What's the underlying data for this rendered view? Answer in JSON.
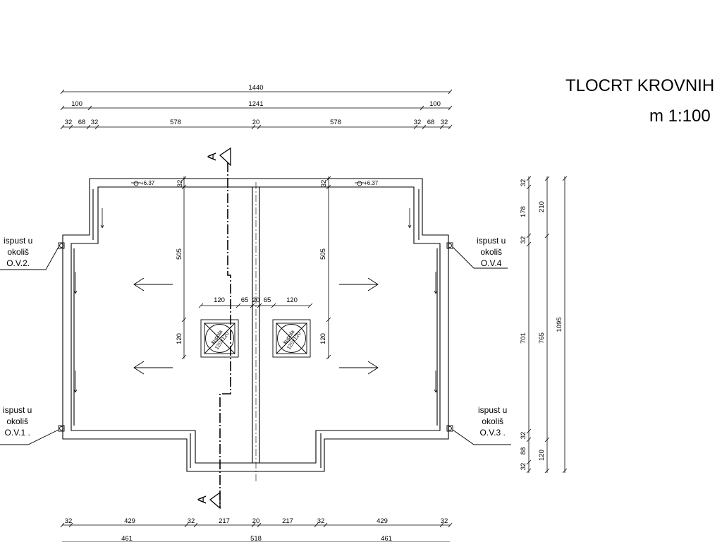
{
  "title": {
    "main": "TLOCRT KROVNIH",
    "scale": "m 1:100"
  },
  "section_marks": {
    "top": "A",
    "bottom": "A"
  },
  "levels": {
    "left": "+6.37",
    "right": "+6.37"
  },
  "callouts": {
    "ov2": [
      "ispust u",
      "okoliš",
      "O.V.2."
    ],
    "ov1": [
      "ispust u",
      "okoliš",
      "O.V.1 ."
    ],
    "ov4": [
      "ispust u",
      "okoliš",
      "O.V.4"
    ],
    "ov3": [
      "ispust u",
      "okoliš",
      "O.V.3 ."
    ]
  },
  "kupola": {
    "left": [
      "kupola",
      "120x120"
    ],
    "right": [
      "kupola",
      "120x120"
    ]
  },
  "dimensions": {
    "top_row1": "1440",
    "top_row2": [
      "100",
      "1241",
      "100"
    ],
    "top_row3": [
      "32",
      "68",
      "32",
      "578",
      "20",
      "578",
      "32",
      "68",
      "32"
    ],
    "bottom_row1": [
      "32",
      "429",
      "32",
      "217",
      "20",
      "217",
      "32",
      "429",
      "32"
    ],
    "bottom_row2": [
      "461",
      "518",
      "461"
    ],
    "interior": {
      "left_505": "505",
      "right_505": "505",
      "left_32": "32",
      "right_32": "32",
      "dome_row": [
        "120",
        "65",
        "20",
        "65",
        "120"
      ],
      "left_120": "120",
      "right_120": "120"
    },
    "right_col1": [
      "32",
      "178",
      "32",
      "701",
      "32",
      "88",
      "32"
    ],
    "right_col2": [
      "210",
      "765",
      "120"
    ],
    "right_col3": "1095"
  }
}
